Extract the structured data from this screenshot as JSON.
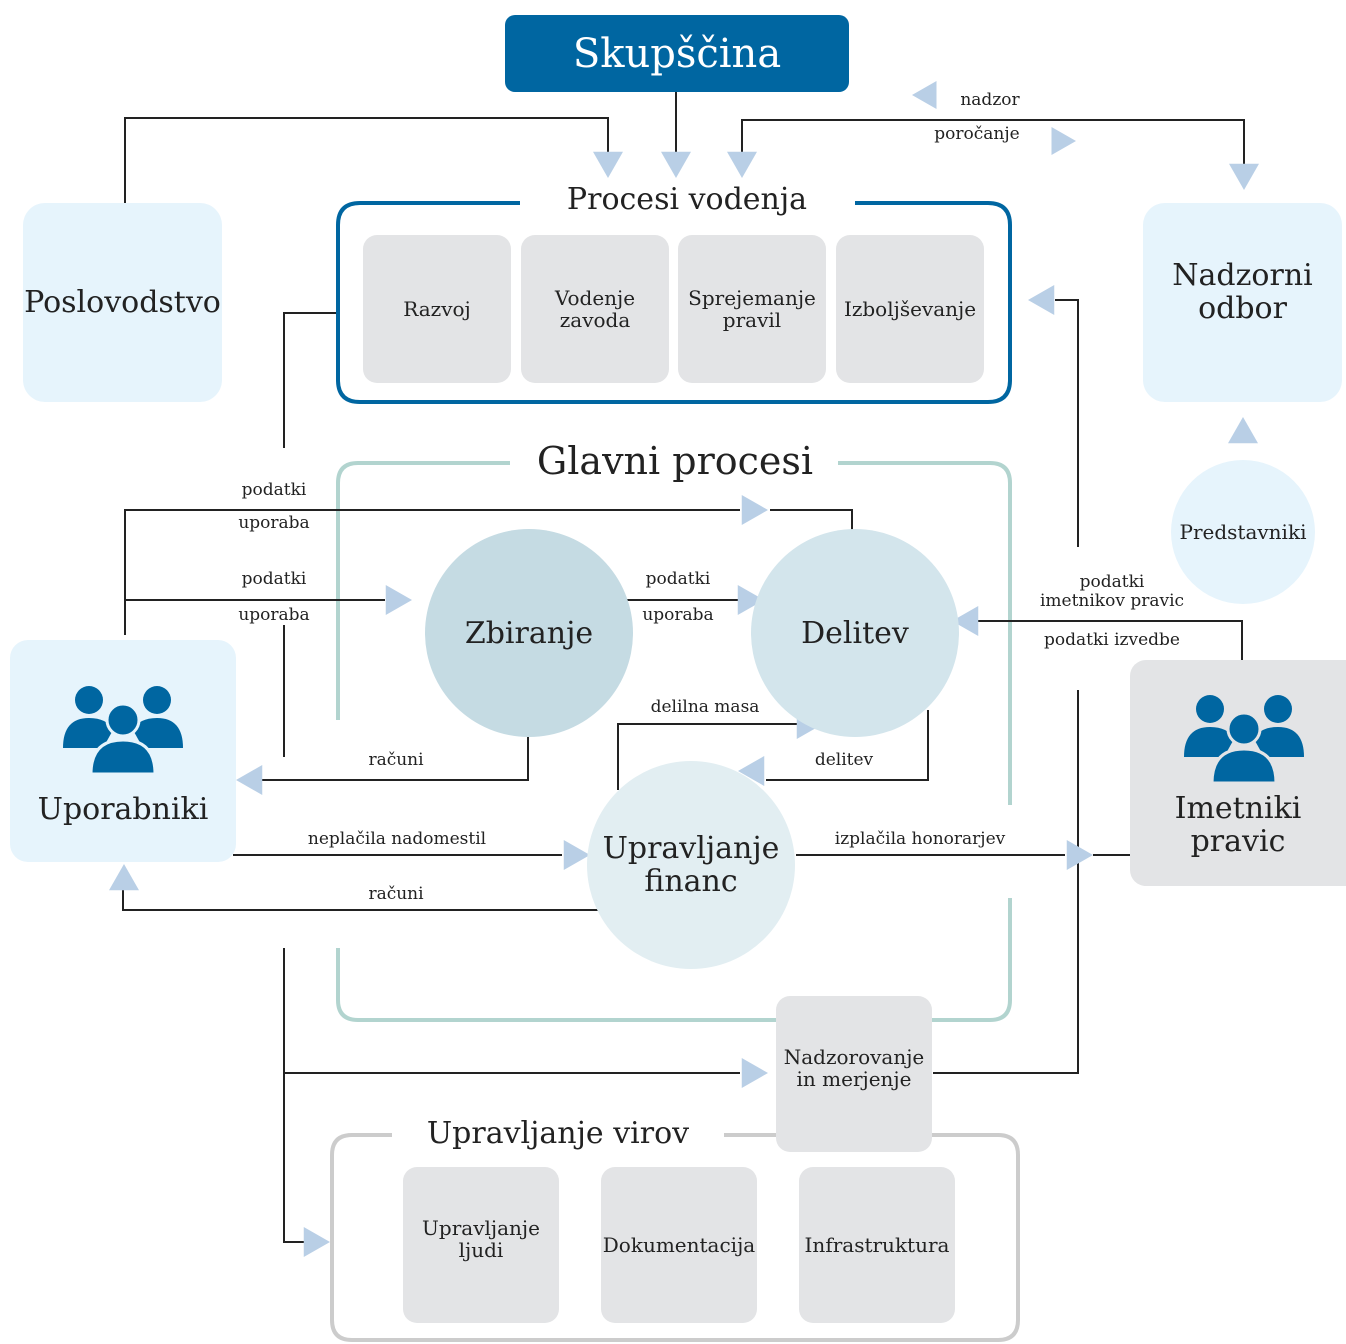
{
  "colors": {
    "brand": "#0066a1",
    "light_box": "#e6f4fc",
    "grey_box": "#e3e4e6",
    "arrow": "#b9cfe6",
    "teal_frame": "#b2d4cf",
    "grey_frame": "#cccccc",
    "line": "#222222",
    "zbiranje": "#c5dbe3",
    "delitev": "#d3e5ec",
    "finance": "#e2eef2",
    "predstavniki": "#e6f4fc"
  },
  "nodes": {
    "skupscina": "Skupščina",
    "poslovodstvo": "Poslovodstvo",
    "nadzorni_odbor": "Nadzorni\nodbor",
    "predstavniki": "Predstavniki",
    "uporabniki": "Uporabniki",
    "imetniki": "Imetniki\npravic",
    "zbiranje": "Zbiranje",
    "delitev": "Delitev",
    "upravljanje_financ": "Upravljanje\nfinanc",
    "nadzorovanje": "Nadzorovanje\nin merjenje"
  },
  "groups": {
    "procesi_vodenja": {
      "title": "Procesi vodenja",
      "items": [
        "Razvoj",
        "Vodenje\nzavoda",
        "Sprejemanje\npravil",
        "Izboljševanje"
      ]
    },
    "glavni_procesi": {
      "title": "Glavni procesi"
    },
    "upravljanje_virov": {
      "title": "Upravljanje virov",
      "items": [
        "Upravljanje\nljudi",
        "Dokumentacija",
        "Infrastruktura"
      ]
    }
  },
  "edge_labels": {
    "nadzor": "nadzor",
    "porocanje": "poročanje",
    "podatki_top": "podatki",
    "uporaba_top": "uporaba",
    "podatki_mid": "podatki",
    "uporaba_mid": "uporaba",
    "podatki_zd": "podatki",
    "uporaba_zd": "uporaba",
    "podatki_imetnikov": "podatki\nimetnikov pravic",
    "podatki_izvedbe": "podatki izvedbe",
    "delilna_masa": "delilna masa",
    "delitev_edge": "delitev",
    "racuni_zb": "računi",
    "neplacila": "neplačila nadomestil",
    "izplacila": "izplačila honorarjev",
    "racuni_fin": "računi"
  },
  "icons": {
    "people": "people-group-icon",
    "arrowhead": "triangle-arrow-icon"
  }
}
